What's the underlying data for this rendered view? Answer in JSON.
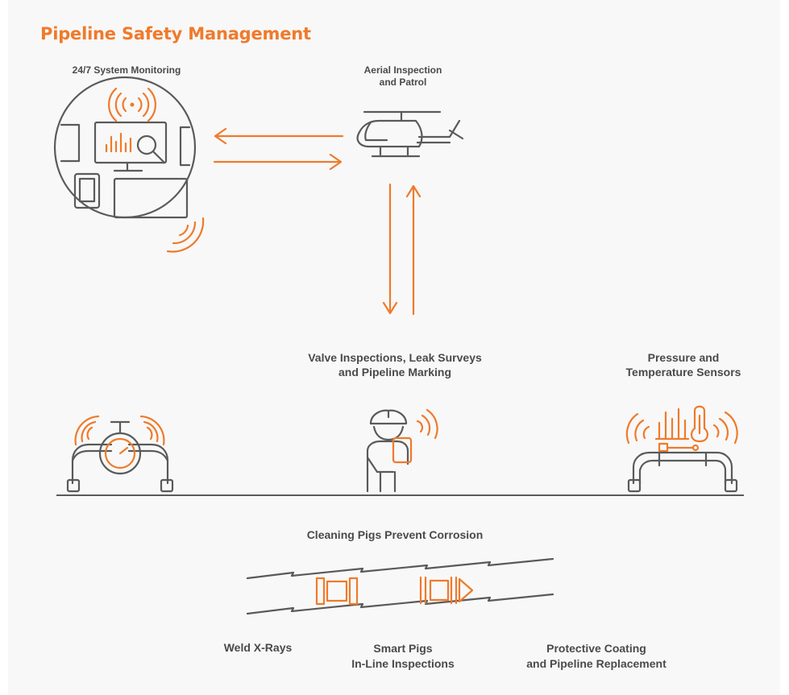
{
  "title": "Pipeline Safety Management",
  "labels": {
    "monitoring": [
      "24/7 System Monitoring"
    ],
    "aerial": [
      "Aerial Inspection",
      "and Patrol"
    ],
    "valve": [
      "Valve Inspections, Leak Surveys",
      "and Pipeline Marking"
    ],
    "pressure": [
      "Pressure and",
      "Temperature Sensors"
    ],
    "cleaning": [
      "Cleaning Pigs Prevent Corrosion"
    ],
    "weld": [
      "Weld X-Rays"
    ],
    "smart": [
      "Smart Pigs",
      "In-Line Inspections"
    ],
    "coating": [
      "Protective Coating",
      "and Pipeline Replacement"
    ]
  },
  "icons": [
    "monitoring-circle-icon",
    "helicopter-icon",
    "valve-gauge-icon",
    "worker-icon",
    "sensor-pipe-icon",
    "cleaning-pig-icon",
    "smart-pig-icon"
  ],
  "colors": {
    "accent": "#f07a2b",
    "line": "#5a5a5a",
    "text": "#4a4a4a"
  }
}
